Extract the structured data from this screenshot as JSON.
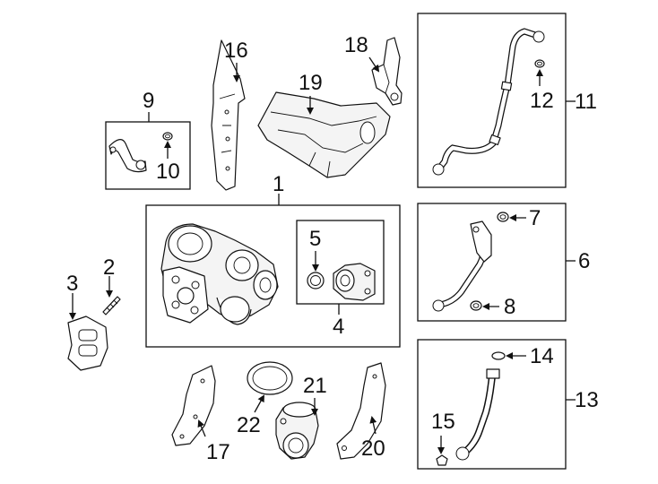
{
  "callouts": {
    "c1": "1",
    "c2": "2",
    "c3": "3",
    "c4": "4",
    "c5": "5",
    "c6": "6",
    "c7": "7",
    "c8": "8",
    "c9": "9",
    "c10": "10",
    "c11": "11",
    "c12": "12",
    "c13": "13",
    "c14": "14",
    "c15": "15",
    "c16": "16",
    "c17": "17",
    "c18": "18",
    "c19": "19",
    "c20": "20",
    "c21": "21",
    "c22": "22"
  },
  "colors": {
    "line": "#111111",
    "background": "#ffffff",
    "part_shade": "#f4f4f4"
  }
}
